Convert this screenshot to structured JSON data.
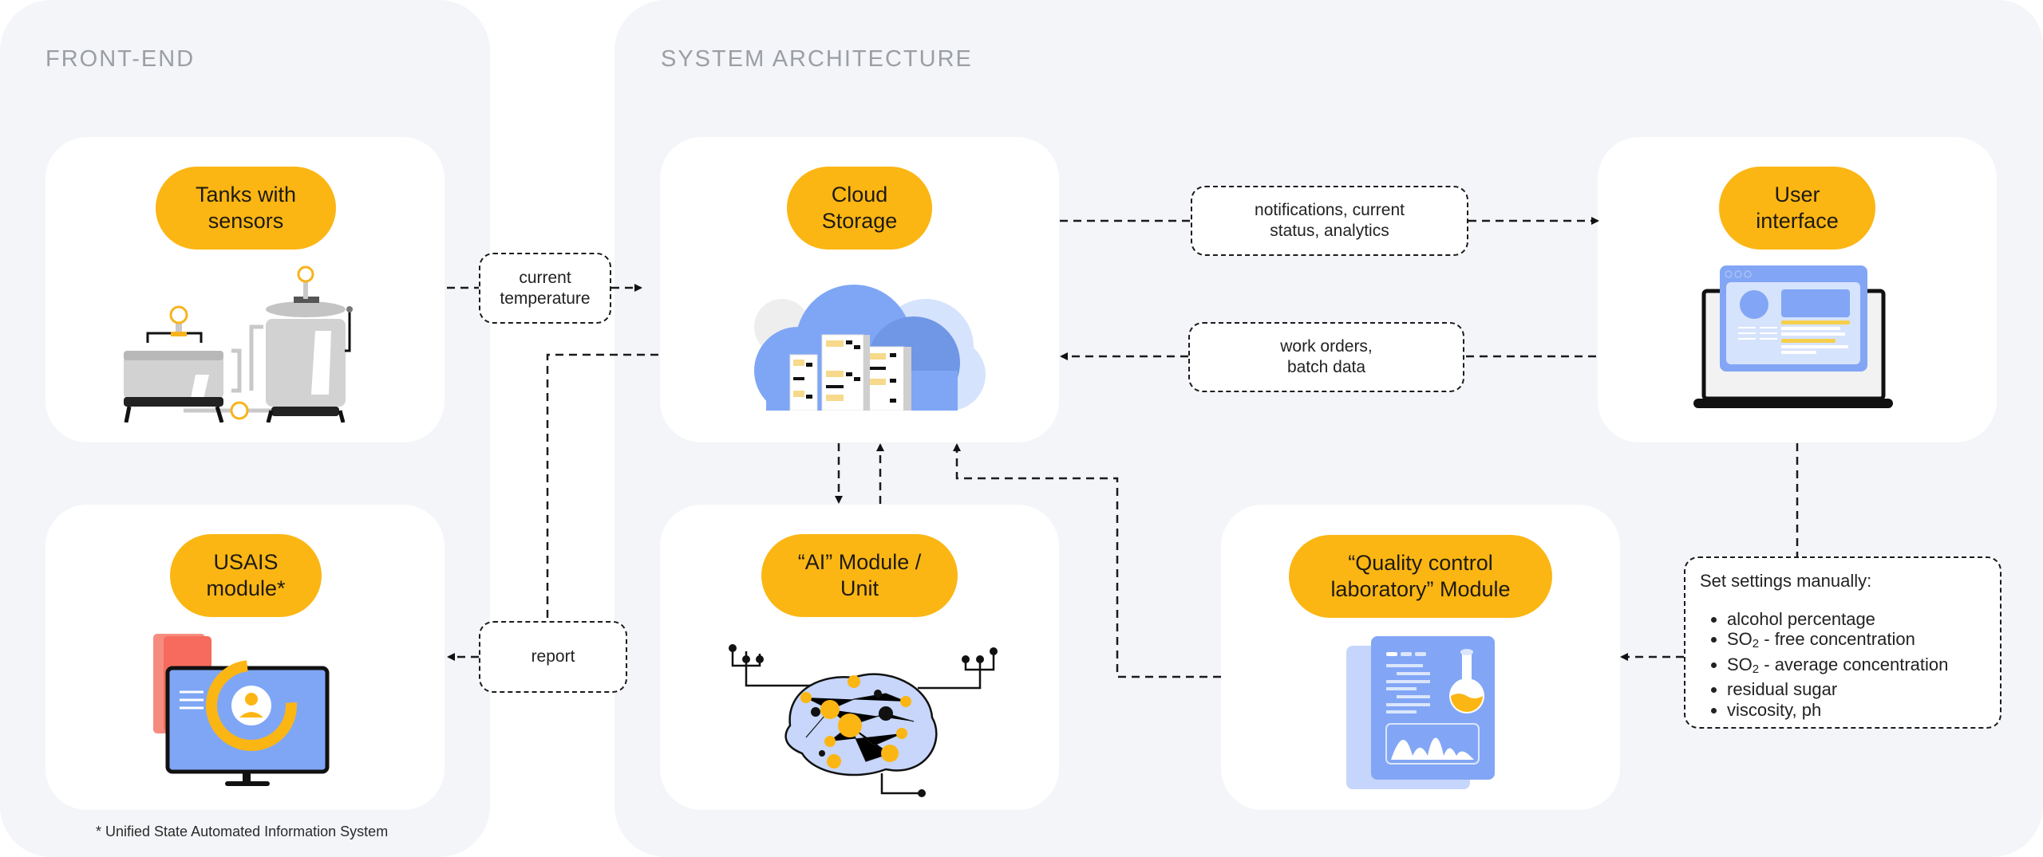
{
  "sections": {
    "frontend_title": "FRONT-END",
    "architecture_title": "SYSTEM ARCHITECTURE"
  },
  "nodes": {
    "tanks": {
      "label": "Tanks with\nsensors",
      "icon": "tanks-icon"
    },
    "usais": {
      "label": "USAIS\nmodule*",
      "icon": "usais-monitor-icon"
    },
    "cloud": {
      "label": "Cloud\nStorage",
      "icon": "cloud-server-icon"
    },
    "ai": {
      "label": "“AI” Module /\nUnit",
      "icon": "brain-network-icon"
    },
    "ui": {
      "label": "User\ninterface",
      "icon": "laptop-dashboard-icon"
    },
    "qc": {
      "label": "“Quality control\nlaboratory” Module",
      "icon": "lab-report-icon"
    }
  },
  "flows": {
    "current_temperature": "current\ntemperature",
    "notifications": "notifications, current\nstatus, analytics",
    "work_orders": "work orders,\nbatch data",
    "report": "report"
  },
  "settings": {
    "title": "Set settings manually:",
    "items": [
      {
        "text": "alcohol percentage"
      },
      {
        "pre": "SO",
        "sub": "2",
        "post": " - free concentration"
      },
      {
        "pre": "SO",
        "sub": "2",
        "post": " - average concentration"
      },
      {
        "text": "residual sugar"
      },
      {
        "text": "viscosity, ph"
      }
    ]
  },
  "footnote": "* Unified State Automated Information System",
  "colors": {
    "accent": "#fbb614",
    "panel_bg": "#f3f5f8",
    "card_bg": "#ffffff",
    "illustration_blue": "#7fa6f5",
    "section_title": "#9b9ea3"
  }
}
